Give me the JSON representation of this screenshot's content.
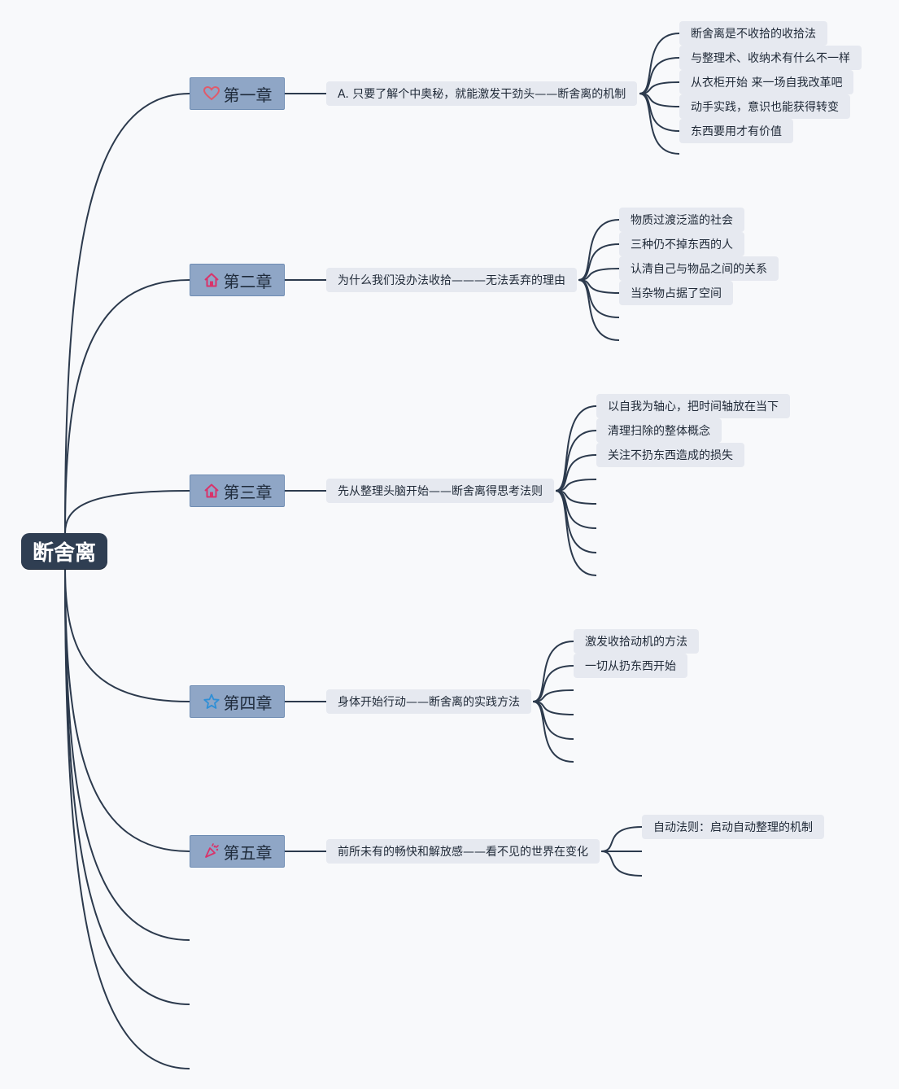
{
  "root": {
    "label": "断舍离"
  },
  "chapters": [
    {
      "label": "第一章",
      "icon": "heart-icon",
      "icon_color": "#e05a6a",
      "subtopic": "A. 只要了解个中奥秘，就能激发干劲头——断舍离的机制",
      "items": [
        "断舍离是不收拾的收拾法",
        "与整理术、收纳术有什么不一样",
        "从衣柜开始 来一场自我改革吧",
        "动手实践，意识也能获得转变",
        "东西要用才有价值"
      ]
    },
    {
      "label": "第二章",
      "icon": "house-icon",
      "icon_color": "#d9336a",
      "subtopic": "为什么我们没办法收拾———无法丢弃的理由",
      "items": [
        "物质过渡泛滥的社会",
        "三种仍不掉东西的人",
        "认清自己与物品之间的关系",
        "当杂物占据了空间"
      ]
    },
    {
      "label": "第三章",
      "icon": "house-icon",
      "icon_color": "#d9336a",
      "subtopic": "先从整理头脑开始——断舍离得思考法则",
      "items": [
        "以自我为轴心，把时间轴放在当下",
        "清理扫除的整体概念",
        "关注不扔东西造成的损失"
      ]
    },
    {
      "label": "第四章",
      "icon": "star-icon",
      "icon_color": "#2f8fd6",
      "subtopic": "身体开始行动——断舍离的实践方法",
      "items": [
        "激发收拾动机的方法",
        "一切从扔东西开始"
      ]
    },
    {
      "label": "第五章",
      "icon": "party-icon",
      "icon_color": "#d9336a",
      "subtopic": "前所未有的畅快和解放感——看不见的世界在变化",
      "items": [
        "自动法则：启动自动整理的机制"
      ]
    }
  ],
  "colors": {
    "line": "#2c3a4d",
    "root_fill": "#2f3e52",
    "chapter_fill": "#8fa6c6",
    "node_fill": "#e6e9f0",
    "background": "#f8f9fb"
  }
}
